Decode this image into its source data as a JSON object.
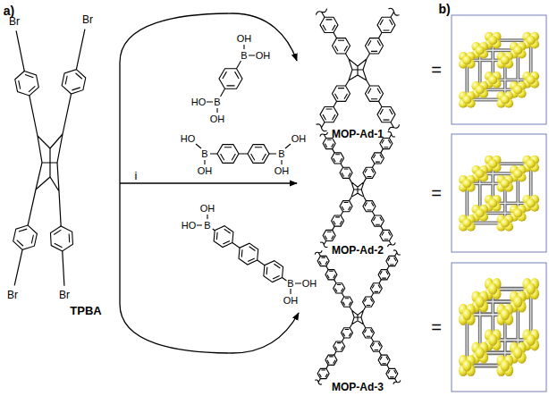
{
  "diagram": {
    "labels": [
      "a)",
      "Br",
      "Br",
      "Br",
      "Br",
      "TPBA",
      "i",
      "OH",
      "B",
      "OH",
      "HO",
      "B",
      "OH",
      "HO",
      "B",
      "OH",
      "OH",
      "B",
      "OH",
      "OH",
      "HO",
      "B",
      "B",
      "OH",
      "OH",
      "MOP-Ad-1",
      "MOP-Ad-2",
      "MOP-Ad-3",
      "b)",
      "=",
      "=",
      "="
    ]
  }
}
